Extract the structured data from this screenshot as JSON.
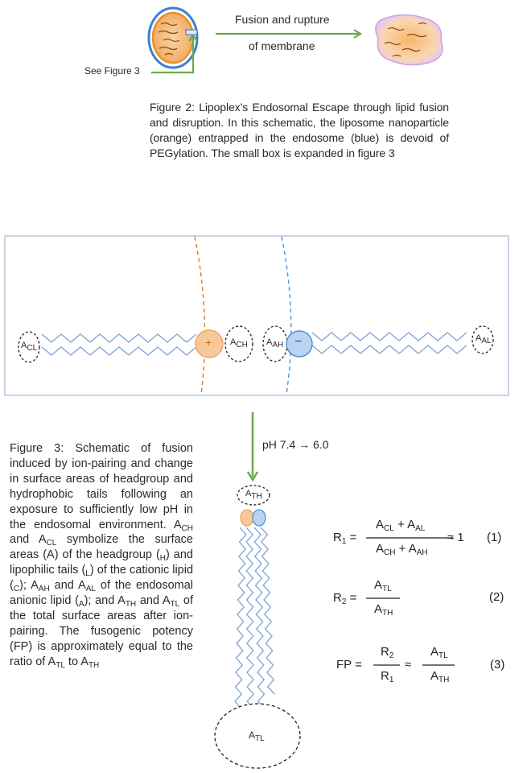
{
  "figure2": {
    "arrow_label_line1": "Fusion and rupture",
    "arrow_label_line2": "of membrane",
    "see_figure": "See Figure 3",
    "caption": "Figure 2: Lipoplex’s Endosomal Escape through lipid fusion and disruption. In this schematic, the liposome nanoparticle (orange) entrapped in the endosome (blue) is devoid of PEGylation. The small box is expanded in figure 3"
  },
  "figure3": {
    "labels": {
      "acl": {
        "main": "A",
        "sub": "CL"
      },
      "ach": {
        "main": "A",
        "sub": "CH"
      },
      "aah": {
        "main": "A",
        "sub": "AH"
      },
      "aal": {
        "main": "A",
        "sub": "AL"
      },
      "ath": {
        "main": "A",
        "sub": "TH"
      },
      "atl": {
        "main": "A",
        "sub": "TL"
      }
    },
    "headgroup_signs": {
      "cationic": "+",
      "anionic": "−"
    },
    "ph_label": "pH 7.4 → 6.0",
    "caption": {
      "p1": "Figure 3: Schematic of fusion induced by ion-pairing and change in surface areas of headgroup and hydrophobic tails following an exposure to sufficiently low pH in the endosomal environment. ",
      "s1": "CH",
      "p2": " and A",
      "s2": "CL",
      "p3": " symbolize the surface areas (A) of the headgroup (",
      "s3": "H",
      "p4": ") and lipophilic tails (",
      "s4": "L",
      "p5": ") of the cationic lipid (",
      "s5": "C",
      "p6": "); A",
      "s6": "AH",
      "p7": " and A",
      "s7": "AL",
      "p8": " of the endosomal anionic lipid (",
      "s8": "A",
      "p9": "); and A",
      "s9": "TH",
      "p10": " and A",
      "s10": "TL",
      "p11": " of the total surface areas after ion-pairing. The fusogenic potency (FP) is approximately equal to the ratio of A",
      "s11": "TL",
      "p12": " to A",
      "s12": "TH",
      "lead": "A"
    },
    "equations": {
      "eq1": {
        "lhs": "R",
        "lhs_sub": "1",
        "num": "A",
        "num_s1": "CL",
        "num_mid": " + A",
        "num_s2": "AL",
        "den": "A",
        "den_s1": "CH",
        "den_mid": " + A",
        "den_s2": "AH",
        "approx": "≈ 1",
        "number": "(1)"
      },
      "eq2": {
        "lhs": "R",
        "lhs_sub": "2",
        "num": "A",
        "num_s": "TL",
        "den": "A",
        "den_s": "TH",
        "number": "(2)"
      },
      "eq3": {
        "lhs": "FP",
        "num": "R",
        "num_s": "2",
        "den": "R",
        "den_s": "1",
        "approx": "≈",
        "num2": "A",
        "num2_s": "TL",
        "den2": "A",
        "den2_s": "TH",
        "number": "(3)"
      }
    }
  },
  "colors": {
    "liposome_fill": "#f7c99a",
    "liposome_stroke": "#e07a1c",
    "endosome_stroke": "#4f93d6",
    "endosome_fill": "#b9d4f0",
    "arrow_green": "#6aa84f",
    "box_border": "#b8c6dc",
    "lipid_tail": "#7ea3d8"
  }
}
